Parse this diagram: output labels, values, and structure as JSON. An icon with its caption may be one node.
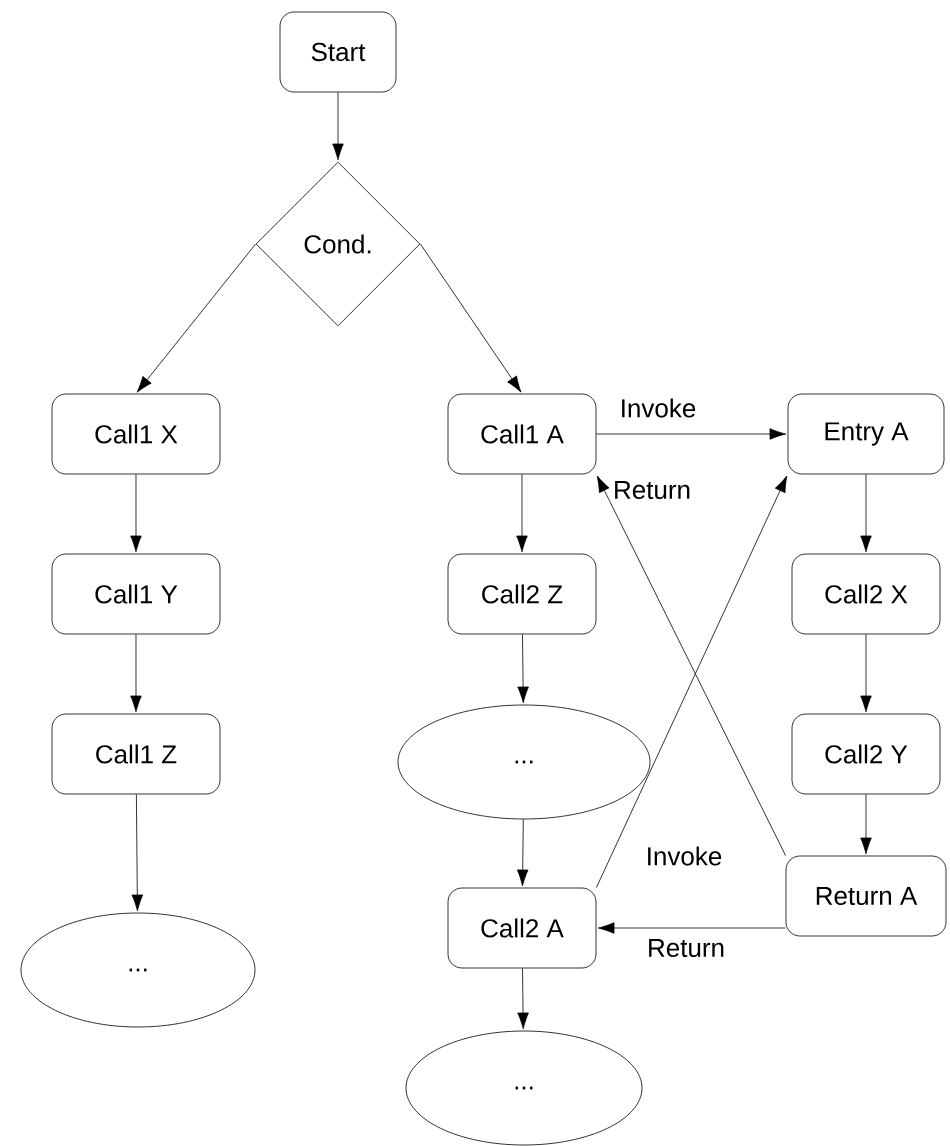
{
  "diagram": {
    "nodes": [
      {
        "text": [
          "Start"
        ]
      },
      {
        "text": [
          "Cond."
        ]
      },
      {
        "text": [
          "Call1 X"
        ]
      },
      {
        "text": [
          "Call1 Y"
        ]
      },
      {
        "text": [
          "Call1 Z"
        ]
      },
      {
        "text": [
          "..."
        ]
      },
      {
        "text": [
          "Call1 A"
        ]
      },
      {
        "text": [
          "Entry A"
        ]
      },
      {
        "text": [
          "Call2 Z"
        ]
      },
      {
        "text": [
          "..."
        ]
      },
      {
        "text": [
          "Call2 X"
        ]
      },
      {
        "text": [
          "Call2 Y"
        ]
      },
      {
        "text": [
          "Return A"
        ]
      },
      {
        "text": [
          "Call2 A"
        ]
      },
      {
        "text": [
          "..."
        ]
      }
    ],
    "edges": [
      {
        "from": 0,
        "to": 1,
        "arrow": "to"
      },
      {
        "from": 1,
        "to": 2,
        "arrow": "to"
      },
      {
        "from": 1,
        "to": 6,
        "arrow": "to"
      },
      {
        "from": 2,
        "to": 3,
        "arrow": "to"
      },
      {
        "from": 3,
        "to": 4,
        "arrow": "to"
      },
      {
        "from": 4,
        "to": 5,
        "arrow": "to"
      },
      {
        "from": 6,
        "to": 8,
        "arrow": "to"
      },
      {
        "from": 8,
        "to": 9,
        "arrow": "to"
      },
      {
        "from": 9,
        "to": 13,
        "arrow": "to"
      },
      {
        "from": 13,
        "to": 14,
        "arrow": "to"
      },
      {
        "from": 6,
        "to": 7,
        "arrow": "to",
        "label": "Invoke"
      },
      {
        "from": 7,
        "to": 10,
        "arrow": "to"
      },
      {
        "from": 10,
        "to": 11,
        "arrow": "to"
      },
      {
        "from": 11,
        "to": 12,
        "arrow": "to"
      },
      {
        "from": 12,
        "to": 6,
        "arrow": "to",
        "label": "Return"
      },
      {
        "from": 12,
        "to": 13,
        "arrow": "to",
        "label": "Return"
      },
      {
        "from": 13,
        "to": 7,
        "arrow": "to",
        "label": "Invoke"
      }
    ]
  }
}
